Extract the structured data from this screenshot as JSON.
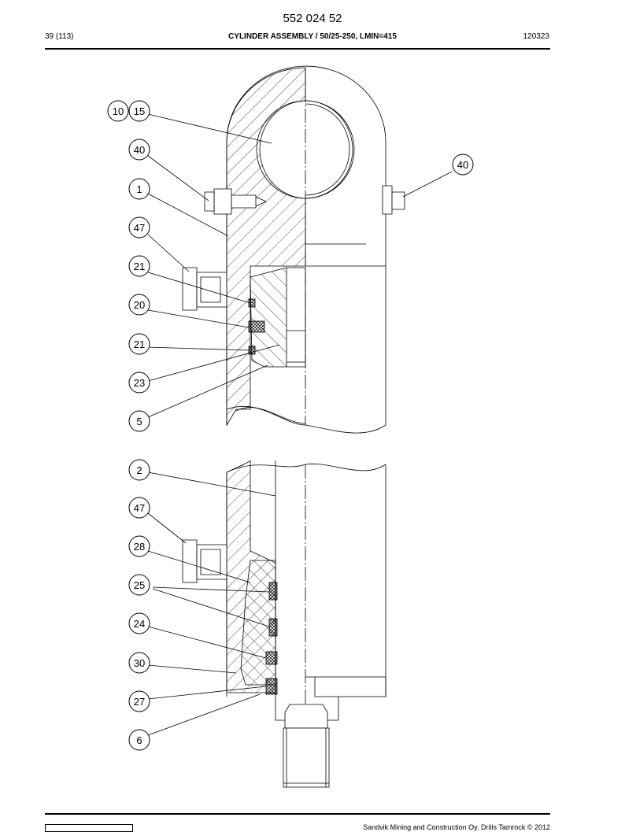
{
  "header": {
    "doc_number": "552 024 52",
    "page_ref": "39 (113)",
    "title": "CYLINDER ASSEMBLY / 50/25-250, LMIN=415",
    "code": "120323"
  },
  "footer": {
    "text": "Sandvik Mining and Construction Oy, Drills Tamrock © 2012"
  },
  "callouts": [
    {
      "id": "c10",
      "label": "10"
    },
    {
      "id": "c15",
      "label": "15"
    },
    {
      "id": "c40a",
      "label": "40"
    },
    {
      "id": "c40b",
      "label": "40"
    },
    {
      "id": "c1",
      "label": "1"
    },
    {
      "id": "c47a",
      "label": "47"
    },
    {
      "id": "c21a",
      "label": "21"
    },
    {
      "id": "c20",
      "label": "20"
    },
    {
      "id": "c21b",
      "label": "21"
    },
    {
      "id": "c23",
      "label": "23"
    },
    {
      "id": "c5",
      "label": "5"
    },
    {
      "id": "c2",
      "label": "2"
    },
    {
      "id": "c47b",
      "label": "47"
    },
    {
      "id": "c28",
      "label": "28"
    },
    {
      "id": "c25",
      "label": "25"
    },
    {
      "id": "c24",
      "label": "24"
    },
    {
      "id": "c30",
      "label": "30"
    },
    {
      "id": "c27",
      "label": "27"
    },
    {
      "id": "c6",
      "label": "6"
    }
  ]
}
